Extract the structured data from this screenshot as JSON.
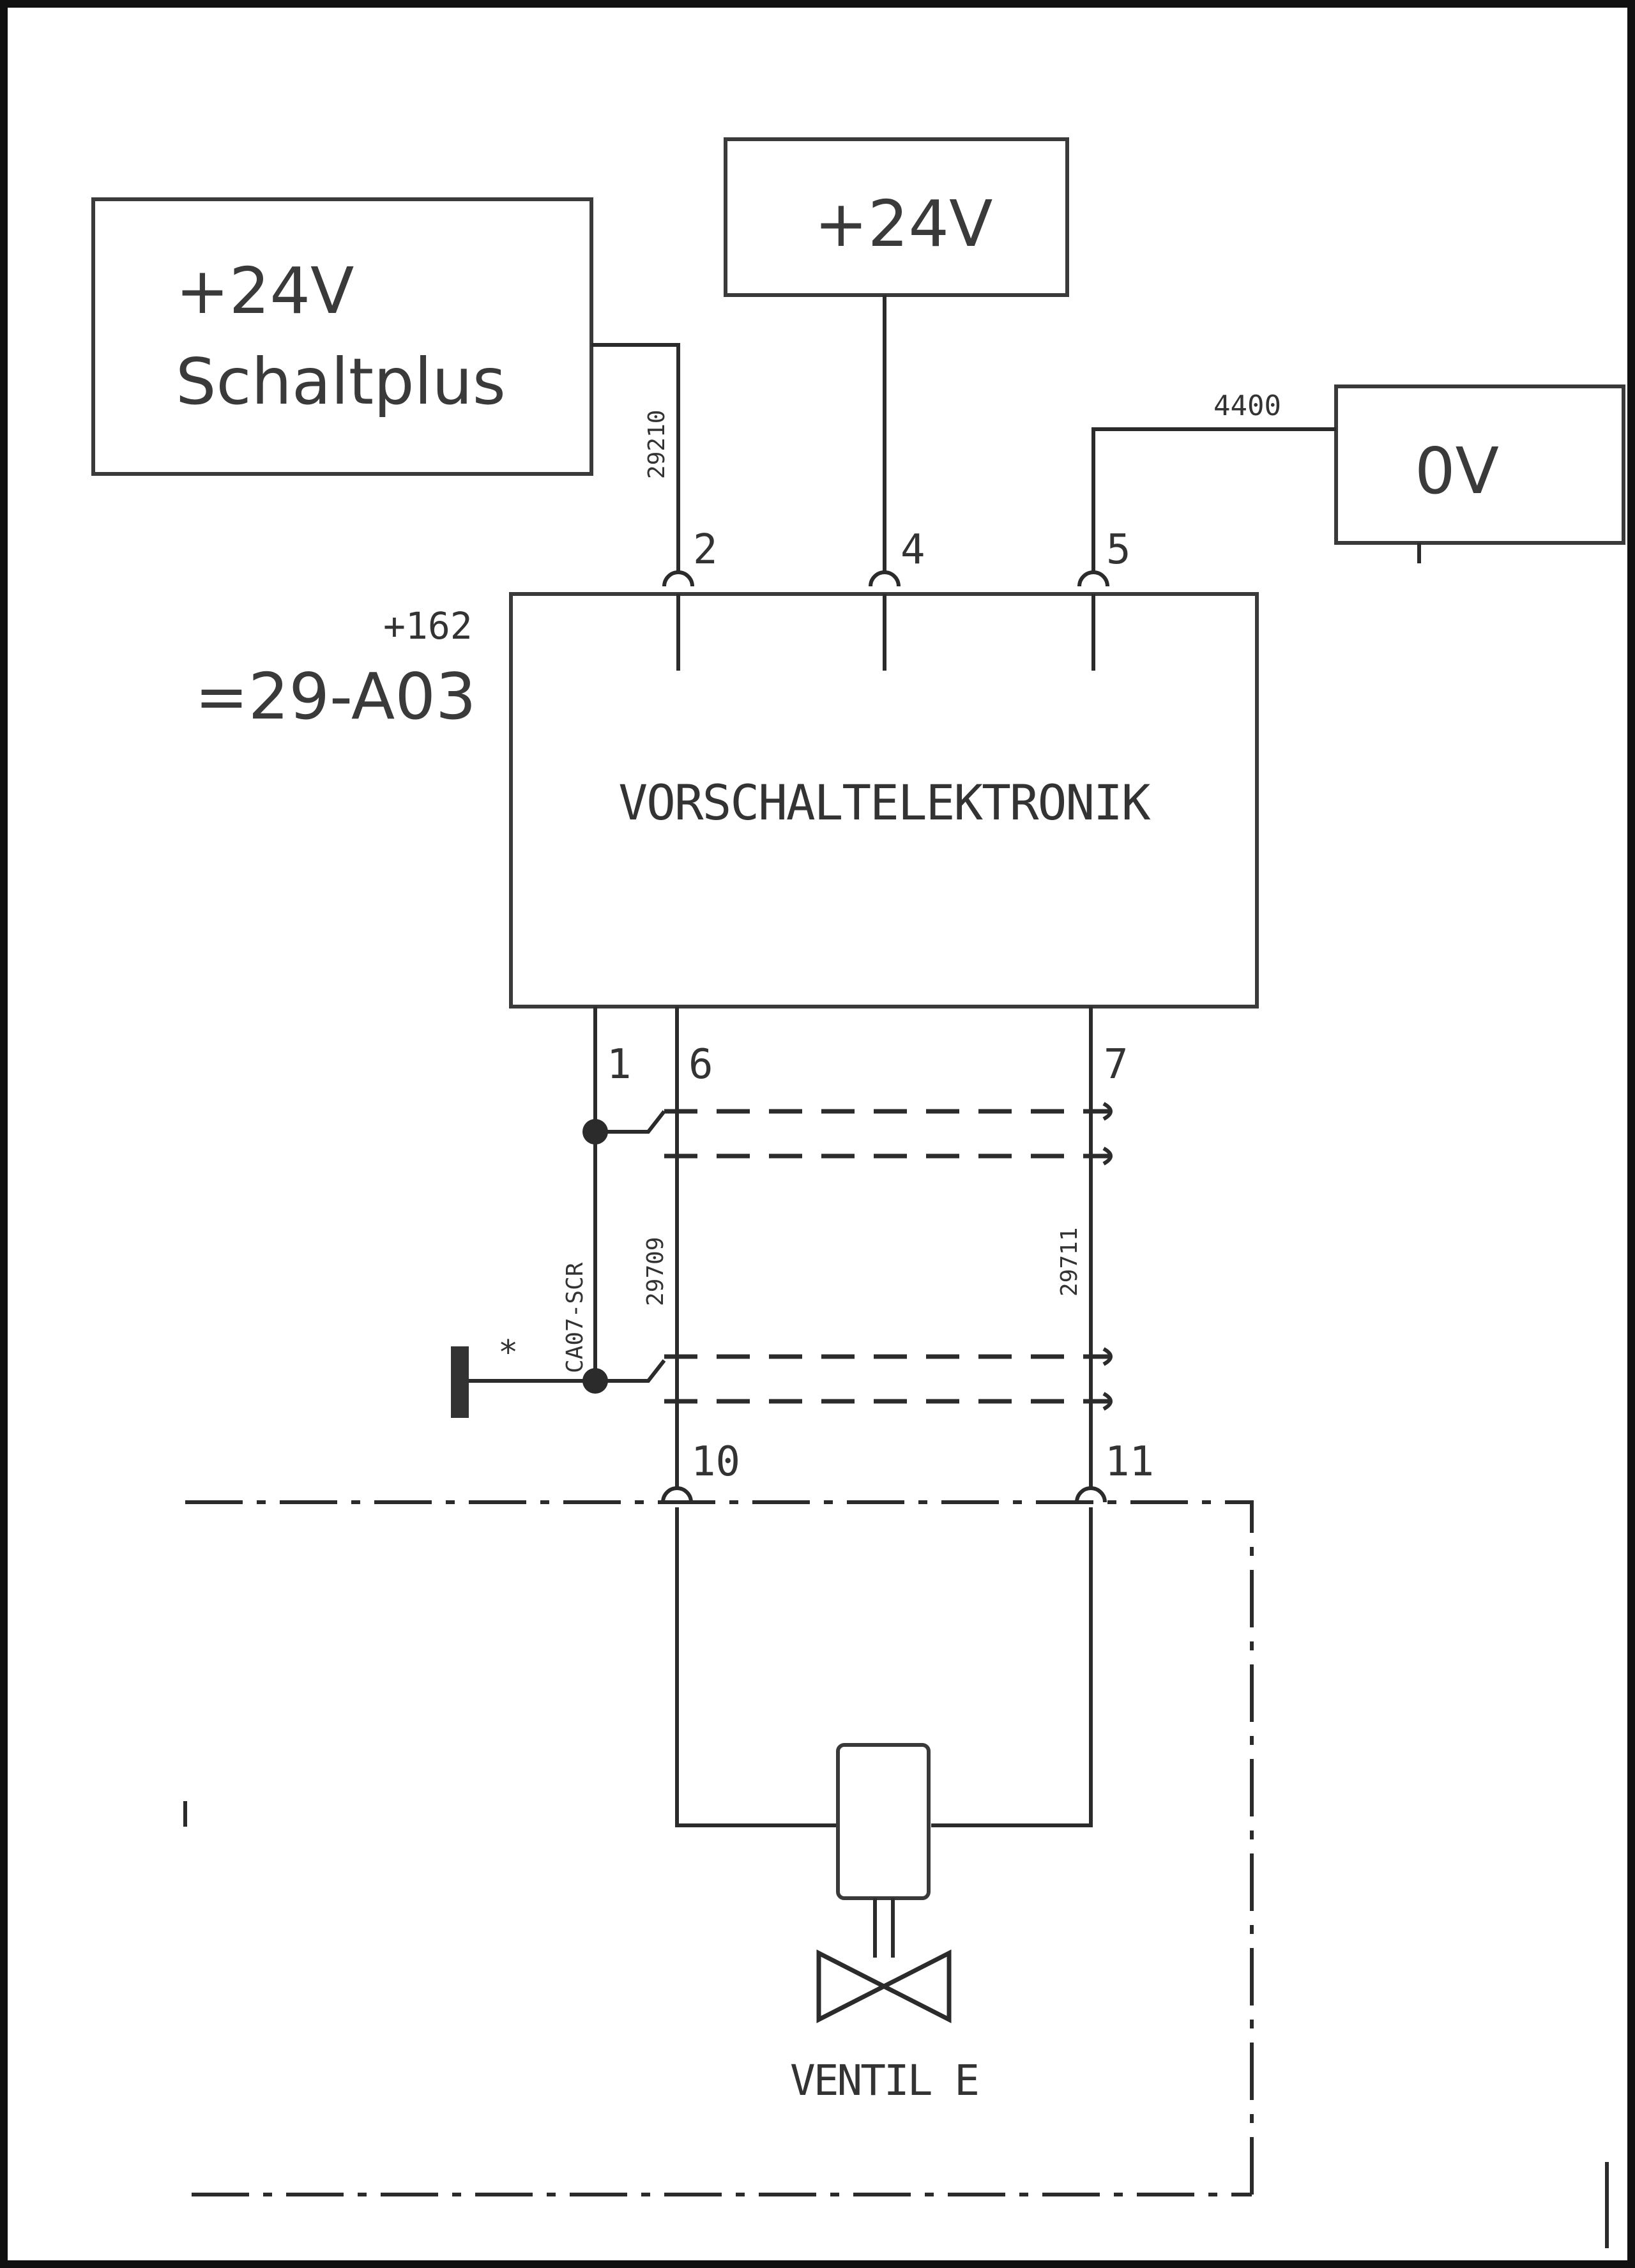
{
  "boxes": {
    "schaltplus": {
      "line1": "+24V",
      "line2": "Schaltplus"
    },
    "supply": {
      "label": "+24V"
    },
    "ground": {
      "label": "0V"
    },
    "module": {
      "label": "VORSCHALTELEKTRONIK"
    }
  },
  "designation": {
    "location": "+162",
    "tag": "=29-A03"
  },
  "terminals": [
    "2",
    "4",
    "5",
    "1",
    "6",
    "7",
    "10",
    "11"
  ],
  "wires": {
    "w_2": "29210",
    "w_5": "4400",
    "w_6": "29709",
    "w_7": "29711",
    "cable": "CA07-SCR"
  },
  "shield_mark": "*",
  "valve": {
    "label": "VENTIL E"
  }
}
